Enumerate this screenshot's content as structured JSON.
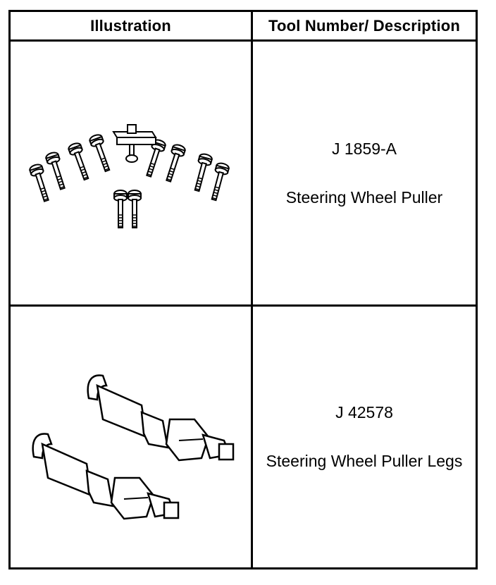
{
  "table": {
    "headers": {
      "illustration": "Illustration",
      "tool_description": "Tool Number/ Description"
    },
    "rows": [
      {
        "tool_number": "J 1859-A",
        "description": "Steering Wheel Puller",
        "illustration_icon": "steering-wheel-puller-kit-icon"
      },
      {
        "tool_number": "J 42578",
        "description": "Steering Wheel Puller Legs",
        "illustration_icon": "puller-legs-icon"
      }
    ]
  }
}
